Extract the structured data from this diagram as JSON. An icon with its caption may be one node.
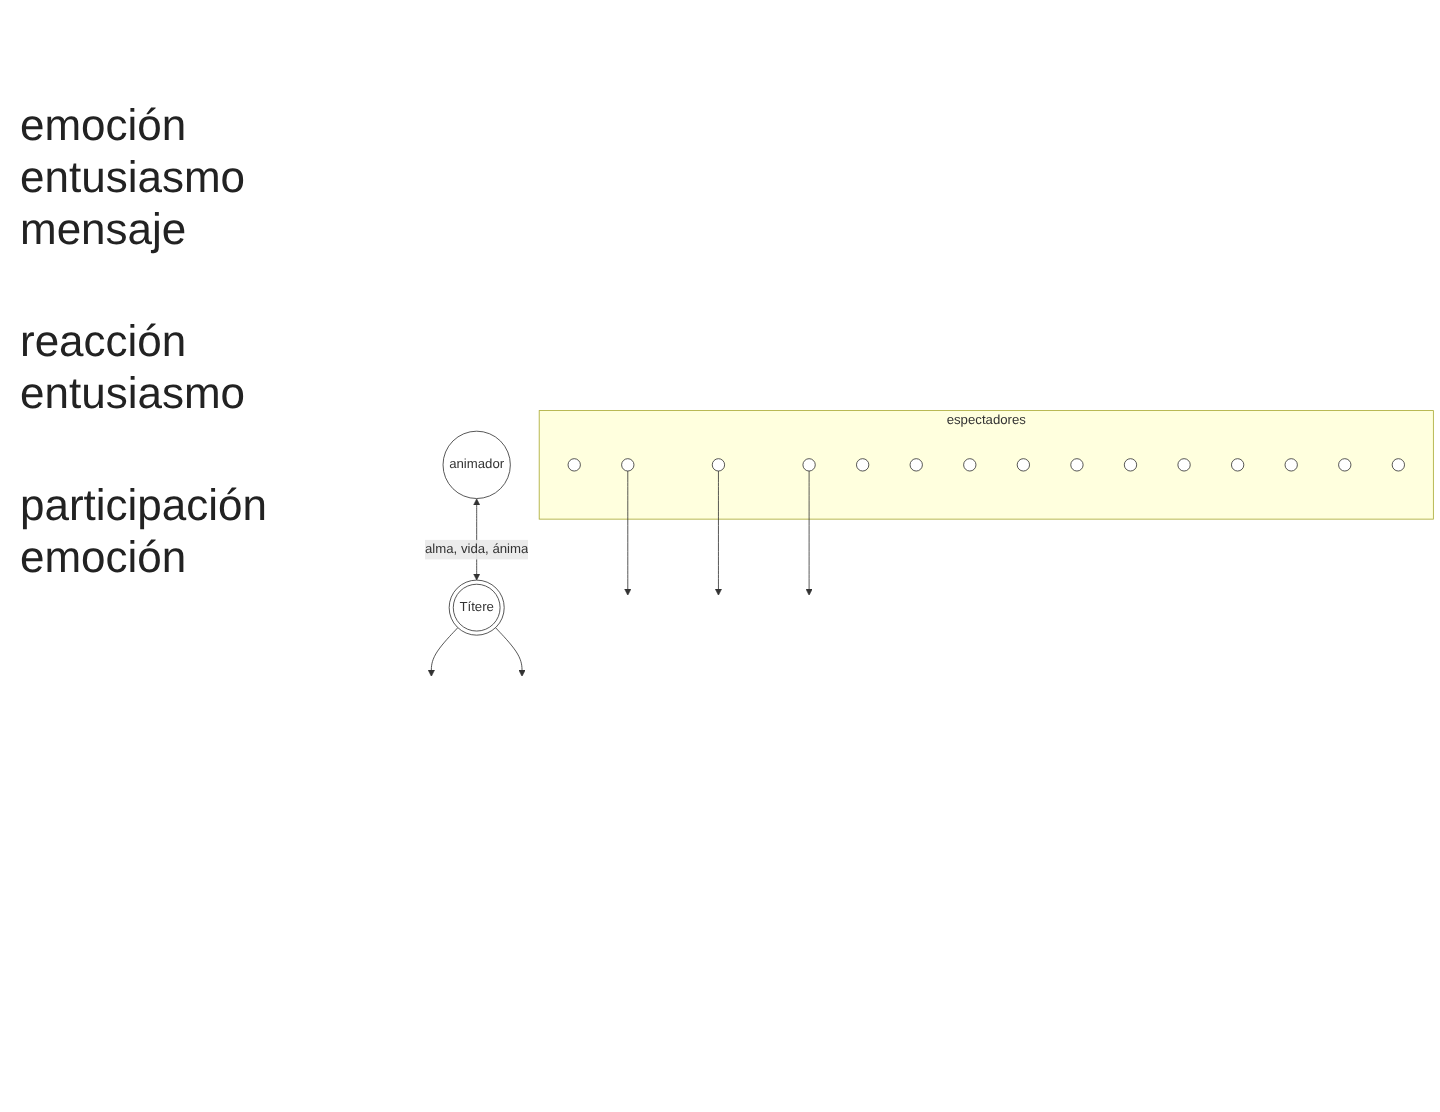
{
  "diagram": {
    "nodes": [
      {
        "text": [
          "Títere"
        ]
      },
      {
        "text": [
          "animador"
        ]
      },
      {
        "text": [
          "espectadores"
        ]
      },
      {
        "text": [],
        "shape": "circle",
        "in": 2
      },
      {
        "text": [],
        "shape": "circle",
        "in": 2
      },
      {
        "text": [],
        "shape": "circle",
        "in": 2
      },
      {
        "text": [],
        "shape": "circle",
        "in": 2
      },
      {
        "text": [],
        "shape": "circle",
        "in": 2
      },
      {
        "text": [],
        "shape": "circle",
        "in": 2
      },
      {
        "text": [],
        "shape": "circle",
        "in": 2
      },
      {
        "text": [],
        "shape": "circle",
        "in": 2
      },
      {
        "text": [],
        "shape": "circle",
        "in": 2
      },
      {
        "text": [],
        "shape": "circle",
        "in": 2
      },
      {
        "text": [],
        "shape": "circle",
        "in": 2
      },
      {
        "text": [],
        "shape": "circle",
        "in": 2
      },
      {
        "text": [],
        "shape": "circle",
        "in": 2
      },
      {
        "text": [],
        "shape": "circle",
        "in": 2
      },
      {
        "text": [],
        "shape": "circle",
        "in": 2
      }
    ],
    "edges": [
      {
        "from": 1,
        "to": 0,
        "arrow": "both",
        "label": "alma, vida, ánima"
      },
      {
        "from": 0,
        "to": null,
        "arrow": "to"
      },
      {
        "from": 0,
        "to": null,
        "arrow": "to"
      },
      {
        "from": 4,
        "to": null,
        "arrow": "to"
      },
      {
        "from": 5,
        "to": null,
        "arrow": "to"
      },
      {
        "from": 6,
        "to": null,
        "arrow": "to"
      }
    ],
    "labels": [
      "emoción entusiasmo mensaje",
      "reacción entusiasmo",
      "participación emoción"
    ]
  }
}
